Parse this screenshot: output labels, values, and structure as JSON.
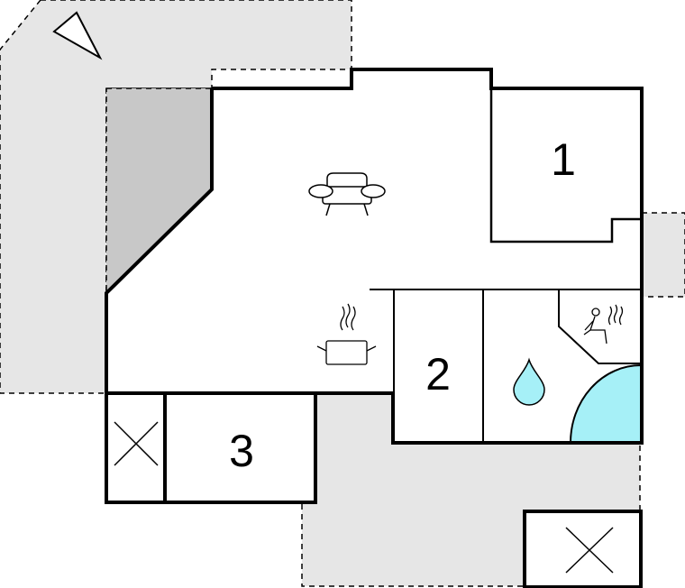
{
  "floorplan": {
    "rooms": [
      {
        "id": "bedroom-1",
        "label": "1"
      },
      {
        "id": "bedroom-2",
        "label": "2"
      },
      {
        "id": "bedroom-3",
        "label": "3"
      }
    ],
    "icons": [
      "north-arrow-icon",
      "sofa-icon",
      "cooking-pot-icon",
      "water-drop-icon",
      "sauna-icon",
      "window-cross-icon"
    ],
    "colors": {
      "wall": "#000000",
      "terrace": "#e6e6e6",
      "shaded_area": "#c8c8c8",
      "interior": "#ffffff",
      "water": "#a6f0f7"
    }
  }
}
